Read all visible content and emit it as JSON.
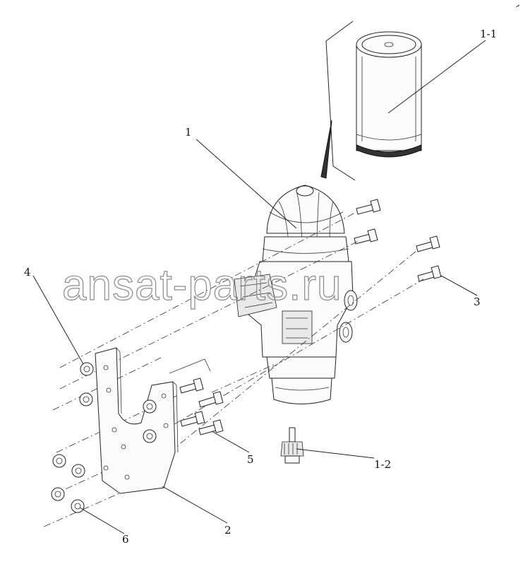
{
  "diagram": {
    "callouts": [
      {
        "id": "1",
        "text": "1"
      },
      {
        "id": "1-1",
        "text": "1-1"
      },
      {
        "id": "1-2",
        "text": "1-2"
      },
      {
        "id": "2",
        "text": "2"
      },
      {
        "id": "3",
        "text": "3"
      },
      {
        "id": "4",
        "text": "4"
      },
      {
        "id": "5",
        "text": "5"
      },
      {
        "id": "6",
        "text": "6"
      }
    ],
    "watermark": "ansat-parts.ru"
  }
}
